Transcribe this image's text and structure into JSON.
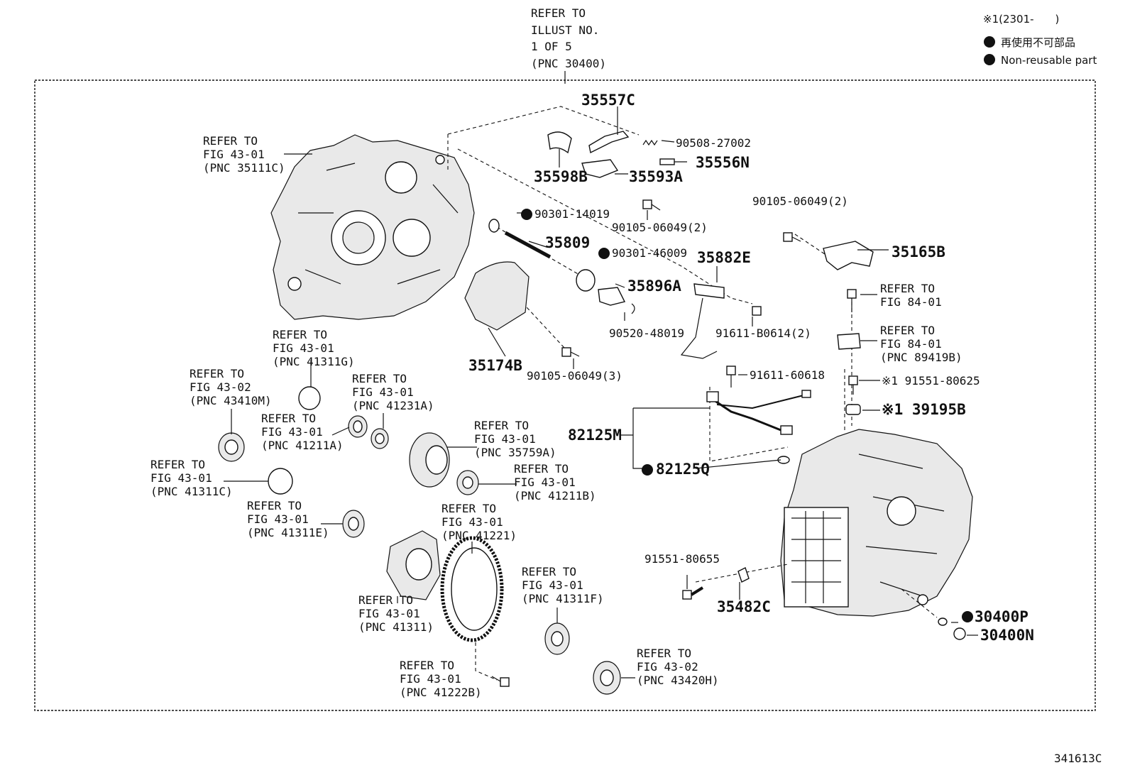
{
  "header": {
    "refer_main": [
      "REFER TO",
      "ILLUST NO.",
      "1 OF 5",
      "(PNC 30400)"
    ]
  },
  "legend": {
    "note": "※1(2301-　　)",
    "jp": "再使用不可部品",
    "en": "Non-reusable part"
  },
  "footer": {
    "code": "341613C"
  },
  "parts": {
    "p35557C": "35557C",
    "p90508": "90508-27002",
    "p35556N": "35556N",
    "p35598B": "35598B",
    "p35593A": "35593A",
    "p90105_a": "90105-06049(2)",
    "p90105_b": "90105-06049(2)",
    "p90105_c": "90105-06049(3)",
    "p90301_14019": "90301-14019",
    "p35809": "35809",
    "p90301_46009": "90301-46009",
    "p35882E": "35882E",
    "p35165B": "35165B",
    "p35896A": "35896A",
    "p90520": "90520-48019",
    "p91611_b0614": "91611-B0614(2)",
    "p35174B": "35174B",
    "p91611_60618": "91611-60618",
    "p91551_80625": "※1 91551-80625",
    "p39195B": "※1 39195B",
    "p82125M": "82125M",
    "p82125Q": "82125Q",
    "p91551_80655": "91551-80655",
    "p35482C": "35482C",
    "p30400P": "30400P",
    "p30400N": "30400N"
  },
  "refs": {
    "r35111C": [
      "REFER TO",
      "FIG 43-01",
      "(PNC 35111C)"
    ],
    "r41311G": [
      "REFER TO",
      "FIG 43-01",
      "(PNC 41311G)"
    ],
    "r43410M": [
      "REFER TO",
      "FIG 43-02",
      "(PNC 43410M)"
    ],
    "r41231A": [
      "REFER TO",
      "FIG 43-01",
      "(PNC 41231A)"
    ],
    "r41211A": [
      "REFER TO",
      "FIG 43-01",
      "(PNC 41211A)"
    ],
    "r35759A": [
      "REFER TO",
      "FIG 43-01",
      "(PNC 35759A)"
    ],
    "r41311C": [
      "REFER TO",
      "FIG 43-01",
      "(PNC 41311C)"
    ],
    "r41211B": [
      "REFER TO",
      "FIG 43-01",
      "(PNC 41211B)"
    ],
    "r41311E": [
      "REFER TO",
      "FIG 43-01",
      "(PNC 41311E)"
    ],
    "r41221": [
      "REFER TO",
      "FIG 43-01",
      "(PNC 41221)"
    ],
    "r41311F": [
      "REFER TO",
      "FIG 43-01",
      "(PNC 41311F)"
    ],
    "r41311": [
      "REFER TO",
      "FIG 43-01",
      "(PNC 41311)"
    ],
    "r41222B": [
      "REFER TO",
      "FIG 43-01",
      "(PNC 41222B)"
    ],
    "r43420H": [
      "REFER TO",
      "FIG 43-02",
      "(PNC 43420H)"
    ],
    "r84_01a": [
      "REFER TO",
      "FIG 84-01"
    ],
    "r89419B": [
      "REFER TO",
      "FIG 84-01",
      "(PNC 89419B)"
    ]
  }
}
